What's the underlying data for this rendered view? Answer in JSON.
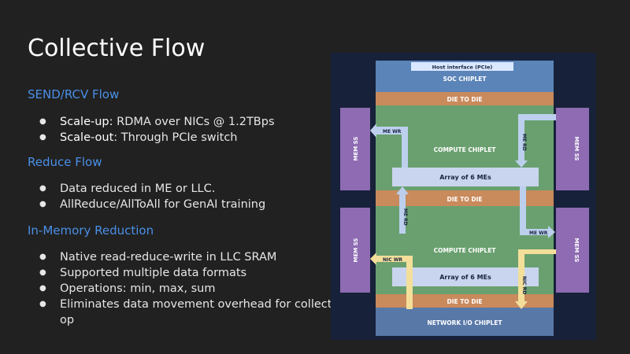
{
  "slide": {
    "title": "Collective Flow",
    "sections": [
      {
        "heading": "SEND/RCV Flow",
        "bullets": [
          {
            "strong": "Scale-up:",
            "text": " RDMA over NICs @ 1.2TBps"
          },
          {
            "strong": "Scale-out",
            "text": ": Through PCIe switch"
          }
        ]
      },
      {
        "heading": "Reduce Flow",
        "bullets": [
          {
            "strong": "",
            "text": "Data reduced in ME or LLC."
          },
          {
            "strong": "",
            "text": "AllReduce/AllToAll for GenAI training"
          }
        ]
      },
      {
        "heading": "In-Memory Reduction",
        "bullets": [
          {
            "strong": "",
            "text": "Native read-reduce-write in LLC SRAM"
          },
          {
            "strong": "",
            "text": "Supported multiple data formats"
          },
          {
            "strong": "",
            "text": "Operations: min, max, sum"
          },
          {
            "strong": "",
            "text": "Eliminates data movement overhead for collecti",
            "cont": "op"
          }
        ]
      }
    ]
  },
  "diagram": {
    "host_interface": "Host interface (PCIe)",
    "soc_chiplet": "SOC CHIPLET",
    "die_to_die_1": "DIE TO DIE",
    "compute_chiplet_1": "COMPUTE CHIPLET",
    "me_array_1": "Array of 6 MEs",
    "die_to_die_2": "DIE TO DIE",
    "compute_chiplet_2": "COMPUTE CHIPLET",
    "me_array_2": "Array of 6 MEs",
    "die_to_die_3": "DIE TO DIE",
    "network_chiplet": "NETWORK I/O CHIPLET",
    "mem_ss": "MEM SS",
    "arrow_labels": {
      "me_wr_top": "ME WR",
      "me_rd_top": "ME RD",
      "me_rd_mid": "ME RD",
      "me_wr_mid": "ME WR",
      "nic_wr": "NIC WR",
      "nic_rd": "NIC RD"
    },
    "colors": {
      "soc": "#5b84b8",
      "die": "#c98a5c",
      "compute": "#6aa06f",
      "mem": "#8e6bb3",
      "network": "#5878a8",
      "me_array": "#c9d5ee",
      "arrow_blue": "#bcd0ee",
      "arrow_yellow": "#f3df9a",
      "background": "#17213a"
    }
  }
}
